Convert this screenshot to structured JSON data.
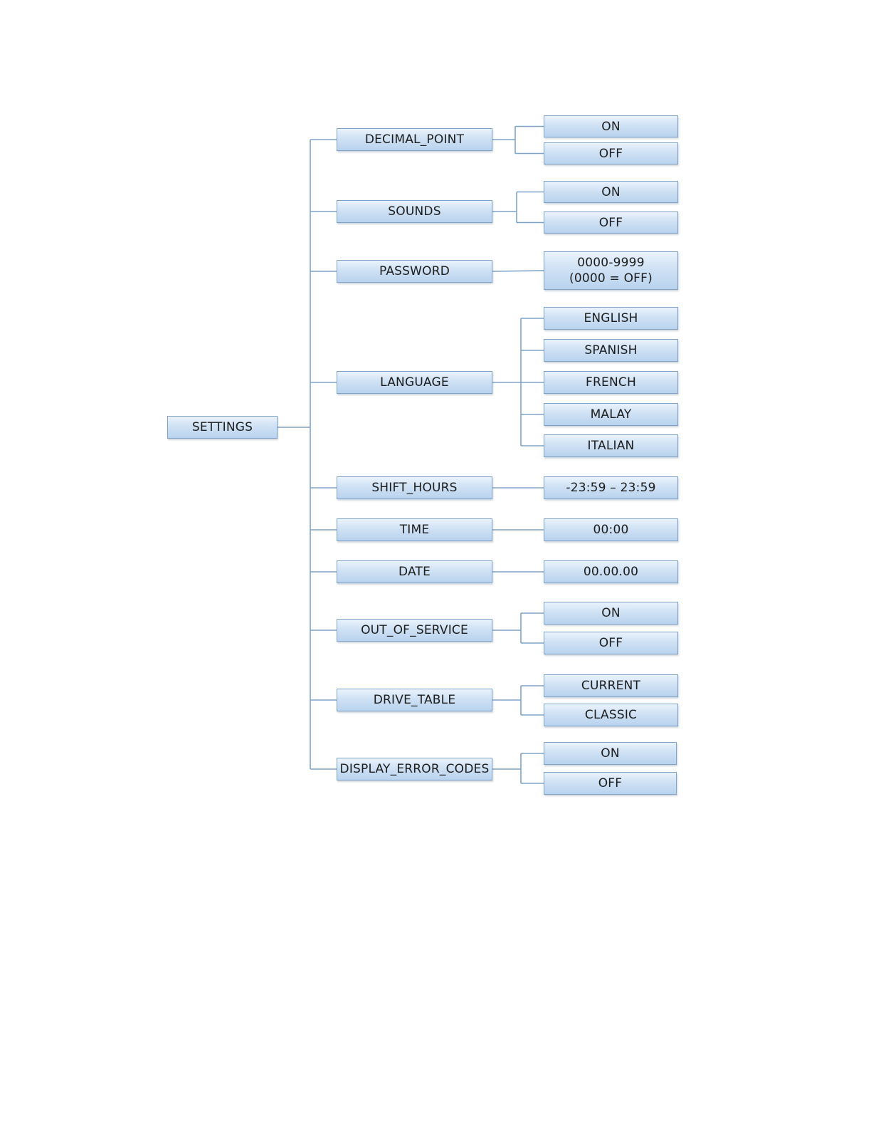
{
  "diagram": {
    "root": "SETTINGS",
    "line_color": "#7fa3c8",
    "box_fill": "#cfe1f4",
    "categories": [
      {
        "key": "decimal-point",
        "label": "DECIMAL_POINT",
        "options": [
          "ON",
          "OFF"
        ]
      },
      {
        "key": "sounds",
        "label": "SOUNDS",
        "options": [
          "ON",
          "OFF"
        ]
      },
      {
        "key": "password",
        "label": "PASSWORD",
        "options": [
          "0000-9999\n(0000 = OFF)"
        ]
      },
      {
        "key": "language",
        "label": "LANGUAGE",
        "options": [
          "ENGLISH",
          "SPANISH",
          "FRENCH",
          "MALAY",
          "ITALIAN"
        ]
      },
      {
        "key": "shift-hours",
        "label": "SHIFT_HOURS",
        "options": [
          "-23:59 – 23:59"
        ]
      },
      {
        "key": "time",
        "label": "TIME",
        "options": [
          "00:00"
        ]
      },
      {
        "key": "date",
        "label": "DATE",
        "options": [
          "00.00.00"
        ]
      },
      {
        "key": "out-of-service",
        "label": "OUT_OF_SERVICE",
        "options": [
          "ON",
          "OFF"
        ]
      },
      {
        "key": "drive-table",
        "label": "DRIVE_TABLE",
        "options": [
          "CURRENT",
          "CLASSIC"
        ]
      },
      {
        "key": "display-error-codes",
        "label": "DISPLAY_ERROR_CODES",
        "options": [
          "ON",
          "OFF"
        ]
      }
    ]
  }
}
